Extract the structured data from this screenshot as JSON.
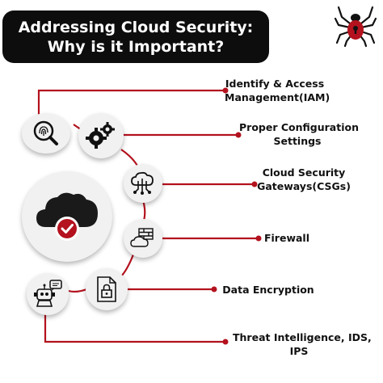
{
  "title": {
    "line1": "Addressing Cloud Security:",
    "line2": "Why is it Important?"
  },
  "colors": {
    "accent": "#b3121e",
    "title_bg": "#0d0d0d",
    "node_bg": "#f1f1f1"
  },
  "items": [
    {
      "line1": "Identify & Access",
      "line2": "Management(IAM)",
      "icon": "magnifier-fingerprint-icon"
    },
    {
      "line1": "Proper Configuration",
      "line2": "Settings",
      "icon": "gears-icon"
    },
    {
      "line1": "Cloud Security",
      "line2": "Gateways(CSGs)",
      "icon": "cloud-network-icon"
    },
    {
      "line1": "Firewall",
      "line2": "",
      "icon": "firewall-cloud-icon"
    },
    {
      "line1": "Data Encryption",
      "line2": "",
      "icon": "locked-document-icon"
    },
    {
      "line1": "Threat Intelligence, IDS,",
      "line2": "IPS",
      "icon": "robot-icon"
    }
  ],
  "center_icon": "cloud-check-icon",
  "logo_icon": "spider-lock-icon"
}
